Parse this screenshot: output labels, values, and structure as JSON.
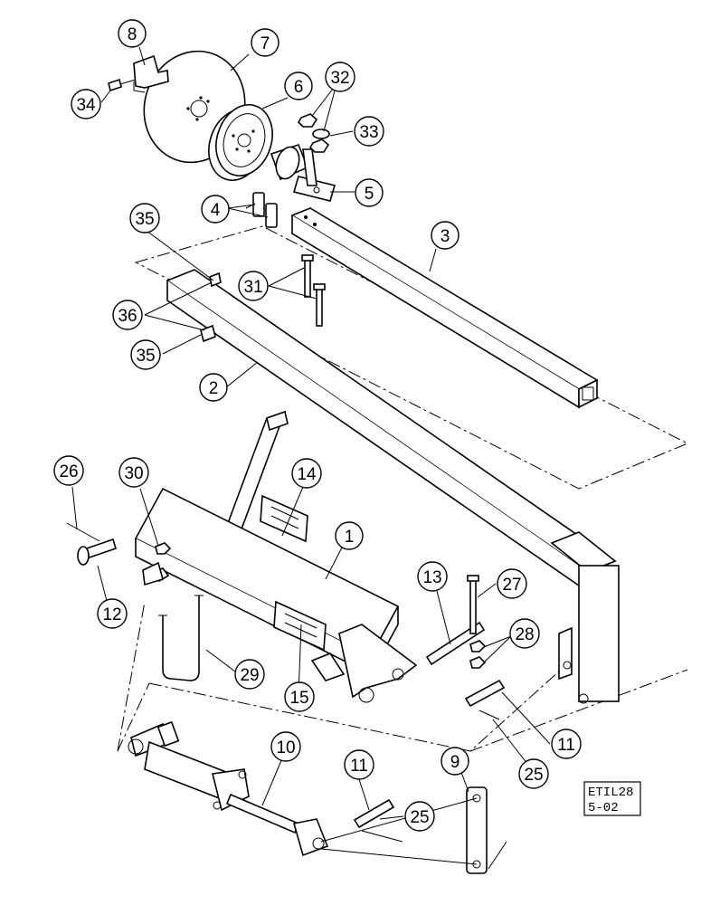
{
  "callouts": [
    {
      "id": "c8",
      "label": "8"
    },
    {
      "id": "c7",
      "label": "7"
    },
    {
      "id": "c34",
      "label": "34"
    },
    {
      "id": "c6",
      "label": "6"
    },
    {
      "id": "c32",
      "label": "32"
    },
    {
      "id": "c33",
      "label": "33"
    },
    {
      "id": "c5",
      "label": "5"
    },
    {
      "id": "c4",
      "label": "4"
    },
    {
      "id": "c35a",
      "label": "35"
    },
    {
      "id": "c3",
      "label": "3"
    },
    {
      "id": "c31",
      "label": "31"
    },
    {
      "id": "c36",
      "label": "36"
    },
    {
      "id": "c35b",
      "label": "35"
    },
    {
      "id": "c2",
      "label": "2"
    },
    {
      "id": "c26",
      "label": "26"
    },
    {
      "id": "c30",
      "label": "30"
    },
    {
      "id": "c14",
      "label": "14"
    },
    {
      "id": "c1",
      "label": "1"
    },
    {
      "id": "c13",
      "label": "13"
    },
    {
      "id": "c27",
      "label": "27"
    },
    {
      "id": "c12",
      "label": "12"
    },
    {
      "id": "c28",
      "label": "28"
    },
    {
      "id": "c29",
      "label": "29"
    },
    {
      "id": "c15",
      "label": "15"
    },
    {
      "id": "c11a",
      "label": "11"
    },
    {
      "id": "c25a",
      "label": "25"
    },
    {
      "id": "c10",
      "label": "10"
    },
    {
      "id": "c11b",
      "label": "11"
    },
    {
      "id": "c9",
      "label": "9"
    },
    {
      "id": "c25b",
      "label": "25"
    }
  ],
  "reference": {
    "line1": "ETIL28",
    "line2": "5-02"
  }
}
